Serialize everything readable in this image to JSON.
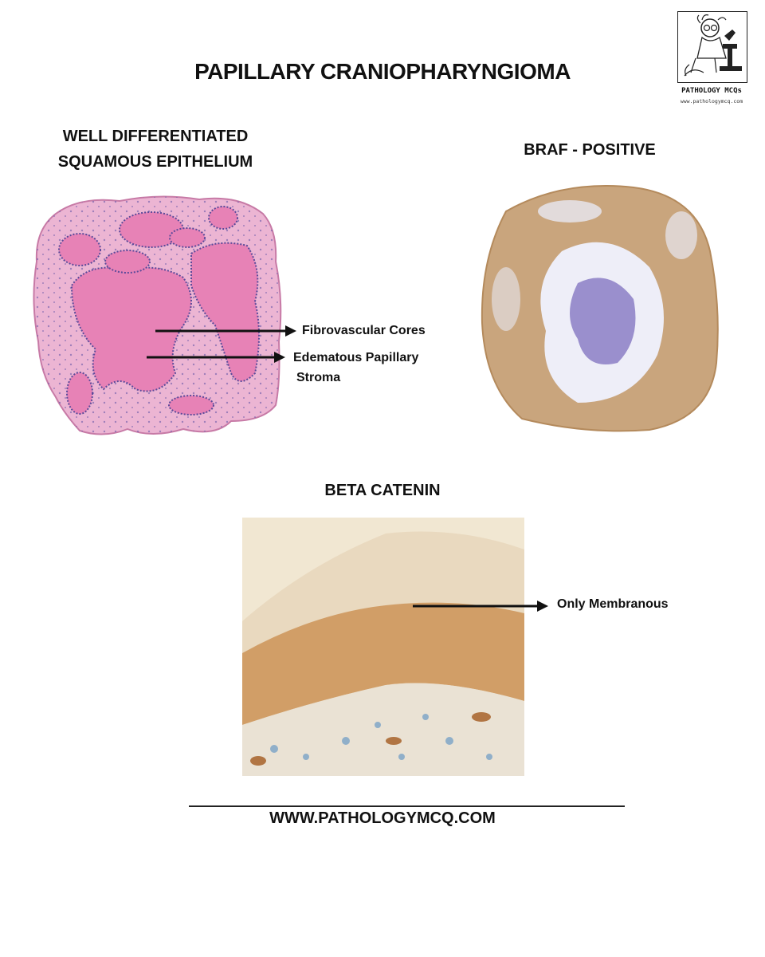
{
  "title": "PAPILLARY CRANIOPHARYNGIOMA",
  "logo": {
    "name": "PATHOLOGY MCQs",
    "url": "www.pathologymcq.com"
  },
  "left_panel": {
    "heading_line1": "WELL DIFFERENTIATED",
    "heading_line2": "SQUAMOUS  EPITHELIUM",
    "labels": {
      "fibrovascular": "Fibrovascular Cores",
      "edematous_line1": "Edematous Papillary",
      "edematous_line2": "Stroma"
    }
  },
  "right_panel": {
    "heading": "BRAF - POSITIVE"
  },
  "bottom_panel": {
    "heading": "BETA CATENIN",
    "label": "Only Membranous"
  },
  "footer": "WWW.PATHOLOGYMCQ.COM"
}
